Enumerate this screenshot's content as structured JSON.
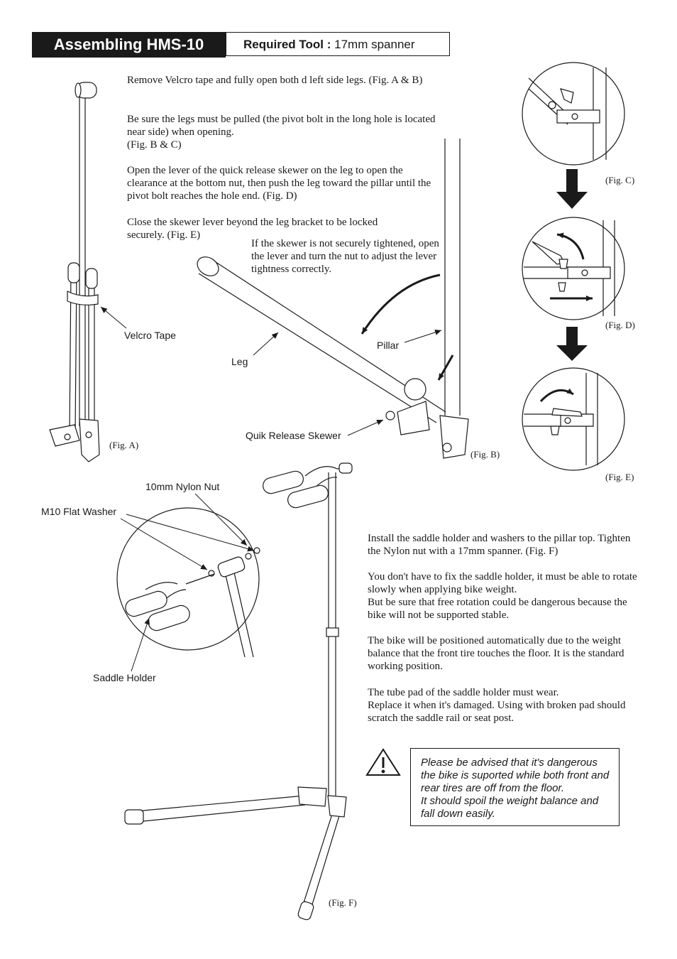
{
  "header": {
    "title": "Assembling HMS-10",
    "tool_label": "Required Tool :",
    "tool_value": " 17mm spanner"
  },
  "steps_top": [
    "Remove Velcro tape and fully open both  d left side legs. (Fig. A & B)",
    "Be sure the legs must be pulled (the pivot bolt in the long hole is located near side) when opening.",
    "(Fig. B & C)",
    "Open the lever of the quick release skewer on the leg to open the clearance at the bottom nut, then push the leg toward the pillar until the pivot bolt reaches the hole end. (Fig. D)",
    "Close the skewer lever beyond the leg bracket to be locked securely. (Fig. E)"
  ],
  "skewer_note": "If the skewer is not securely tightened, open the lever and turn the nut to adjust the lever tightness correctly.",
  "labels": {
    "velcro_tape": "Velcro Tape",
    "leg": "Leg",
    "pillar": "Pillar",
    "skewer": "Quik Release Skewer",
    "nylon_nut": "10mm Nylon Nut",
    "flat_washer": "M10 Flat Washer",
    "saddle_holder": "Saddle Holder"
  },
  "captions": {
    "fig_a": "(Fig. A)",
    "fig_b": "(Fig. B)",
    "fig_c": "(Fig. C)",
    "fig_d": "(Fig. D)",
    "fig_e": "(Fig. E)",
    "fig_f": "(Fig. F)"
  },
  "steps_bottom": [
    "Install the saddle holder and washers to the pillar top. Tighten the Nylon nut with a 17mm spanner. (Fig. F)",
    "You don't have to fix the saddle holder, it must be able to rotate slowly when applying bike weight.",
    "But be sure that free rotation could be dangerous because the bike will not be supported stable.",
    "The bike will be positioned automatically due to the weight balance that the front tire touches the floor. It is the standard working position.",
    "The tube pad of the saddle holder must wear.",
    "Replace it when it's damaged. Using with broken pad should scratch the saddle rail or seat post."
  ],
  "warning": {
    "icon": "warning-triangle-icon",
    "line1": "Please be advised that it's dangerous the bike is suported while both front and rear tires are off from the floor.",
    "line2": "It should spoil the weight balance and fall down easily."
  }
}
